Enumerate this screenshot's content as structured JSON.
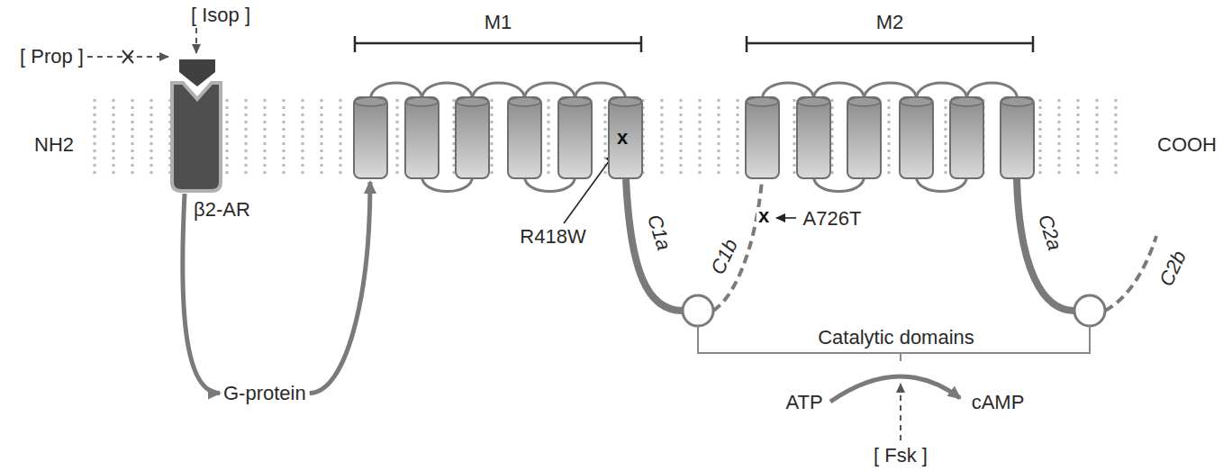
{
  "diagram": {
    "nodes": [
      {
        "text": [
          "[ Isop ]"
        ]
      },
      {
        "text": [
          "[ Prop ]"
        ]
      },
      {
        "text": [
          "β2-AR"
        ]
      },
      {
        "text": [
          "G-protein"
        ]
      },
      {
        "text": [
          "M1"
        ]
      },
      {
        "text": [
          "M2"
        ]
      }
    ],
    "edges": [
      {
        "from": 0,
        "to": 2,
        "arrow": "to"
      },
      {
        "from": 1,
        "to": 2,
        "arrow": "to"
      },
      {
        "from": 2,
        "to": 3,
        "arrow": "to"
      },
      {
        "from": 3,
        "to": 4,
        "arrow": "to"
      }
    ],
    "labels": [
      "NH2",
      "COOH",
      "x",
      "R418W",
      "x",
      "A726T",
      "C1a",
      "C1b",
      "C2a",
      "C2b",
      "Catalytic domains",
      "ATP",
      "cAMP",
      "[ Fsk ]"
    ]
  }
}
